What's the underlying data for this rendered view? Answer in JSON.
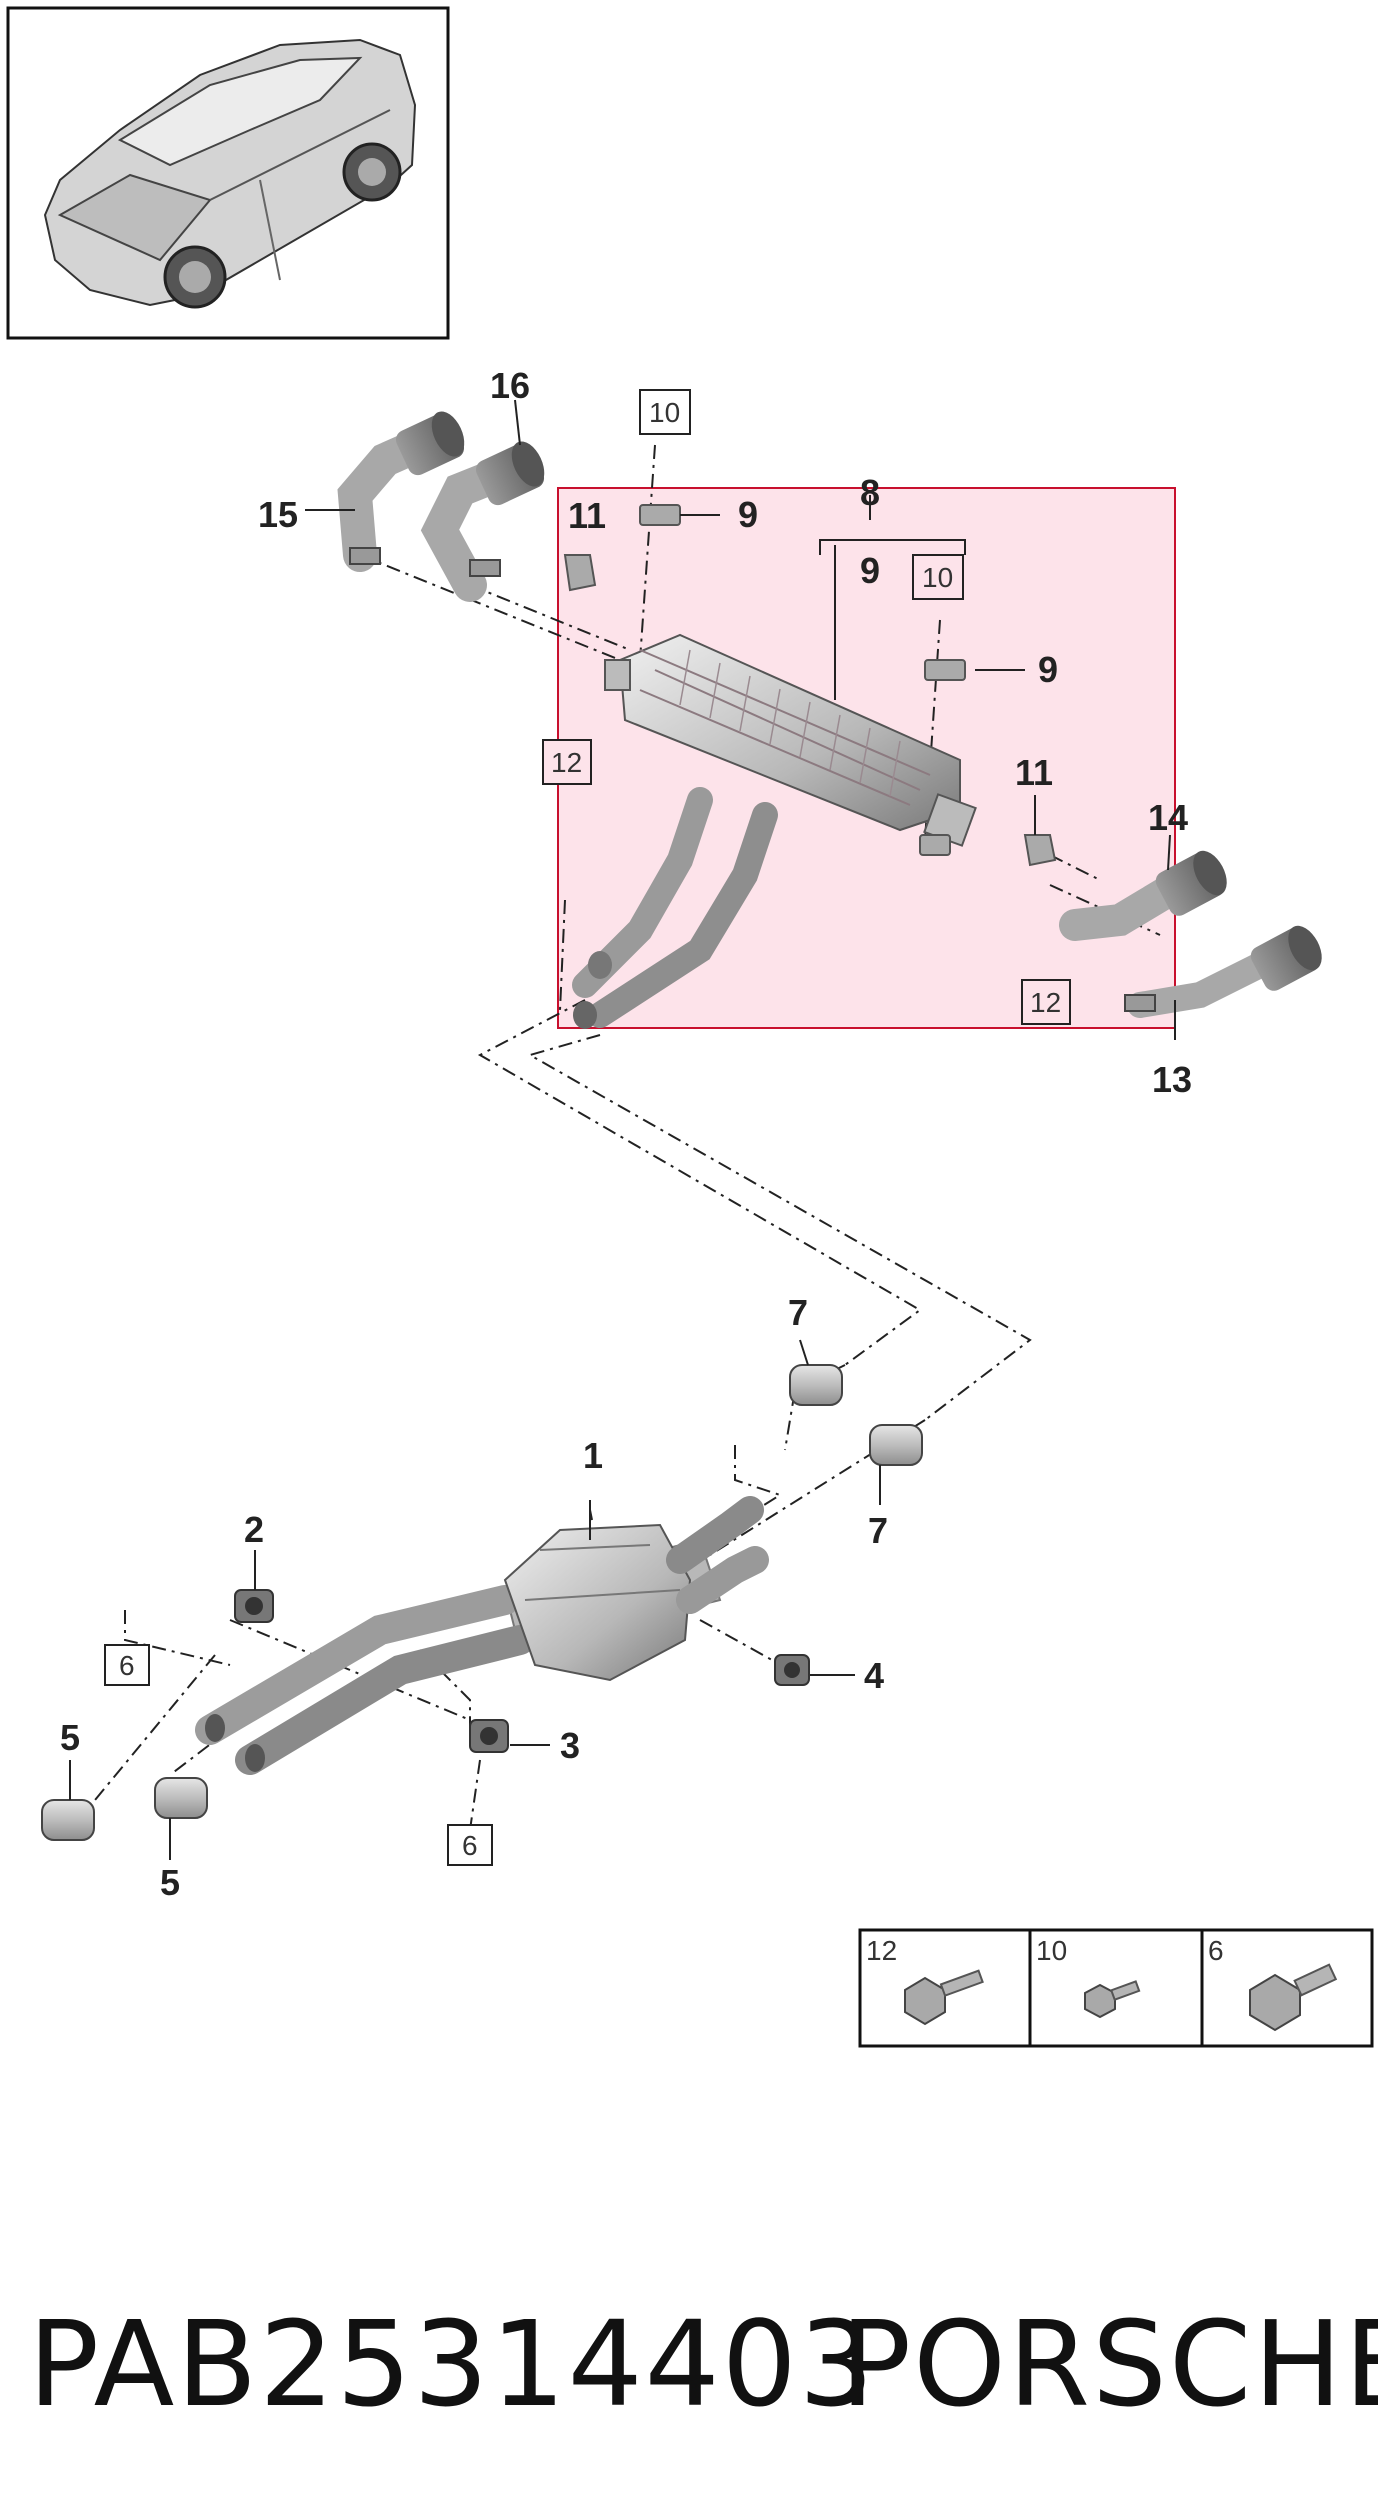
{
  "diagram": {
    "callouts": {
      "c1": "1",
      "c2": "2",
      "c3": "3",
      "c4": "4",
      "c5a": "5",
      "c5b": "5",
      "c6a": "6",
      "c6b": "6",
      "c7a": "7",
      "c7b": "7",
      "c8": "8",
      "c9a": "9",
      "c9b": "9",
      "c9c": "9",
      "c10a": "10",
      "c10b": "10",
      "c11a": "11",
      "c11b": "11",
      "c12a": "12",
      "c12b": "12",
      "c13": "13",
      "c14": "14",
      "c15": "15",
      "c16": "16"
    },
    "bolt_legend": [
      {
        "label": "12",
        "icon": "hex-bolt-long-icon"
      },
      {
        "label": "10",
        "icon": "hex-bolt-short-icon"
      },
      {
        "label": "6",
        "icon": "hex-bolt-flange-icon"
      }
    ],
    "highlight_color": "#fde3ea",
    "highlight_border": "#c8102e",
    "part_color": "#c9c9c9"
  },
  "footer": {
    "part_number": "PAB25314403",
    "brand": "PORSCHE"
  }
}
